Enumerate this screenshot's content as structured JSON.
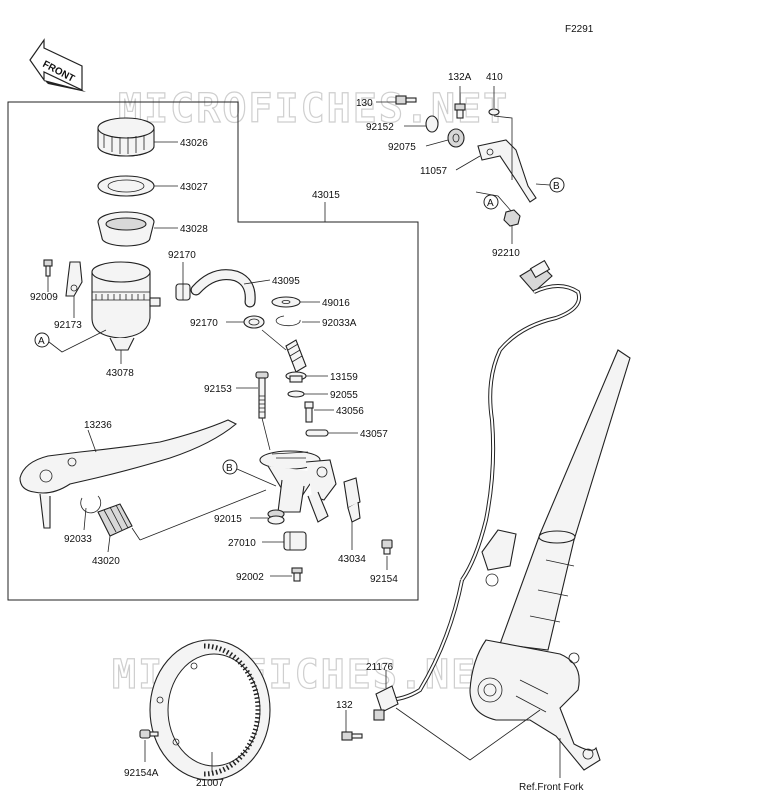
{
  "diagram_code": "F2291",
  "front_label": "FRONT",
  "watermark": "MICROFICHES.NET",
  "ref_text": "Ref.Front Fork",
  "callout_a": "A",
  "callout_b": "B",
  "parts": {
    "p43026": "43026",
    "p43027": "43027",
    "p43028": "43028",
    "p43015": "43015",
    "p92009": "92009",
    "p92170a": "92170",
    "p43095": "43095",
    "p49016": "49016",
    "p92173": "92173",
    "p92170b": "92170",
    "p92033a": "92033A",
    "p43078": "43078",
    "p13159": "13159",
    "p92153": "92153",
    "p92055": "92055",
    "p43056": "43056",
    "p13236": "13236",
    "p43057": "43057",
    "p92015": "92015",
    "p92033": "92033",
    "p43020": "43020",
    "p27010": "27010",
    "p43034": "43034",
    "p92002": "92002",
    "p92154": "92154",
    "p132a": "132A",
    "p410": "410",
    "p130": "130",
    "p92152": "92152",
    "p92075": "92075",
    "p11057": "11057",
    "p92210": "92210",
    "p21176": "21176",
    "p132": "132",
    "p92154a": "92154A",
    "p21007": "21007"
  }
}
